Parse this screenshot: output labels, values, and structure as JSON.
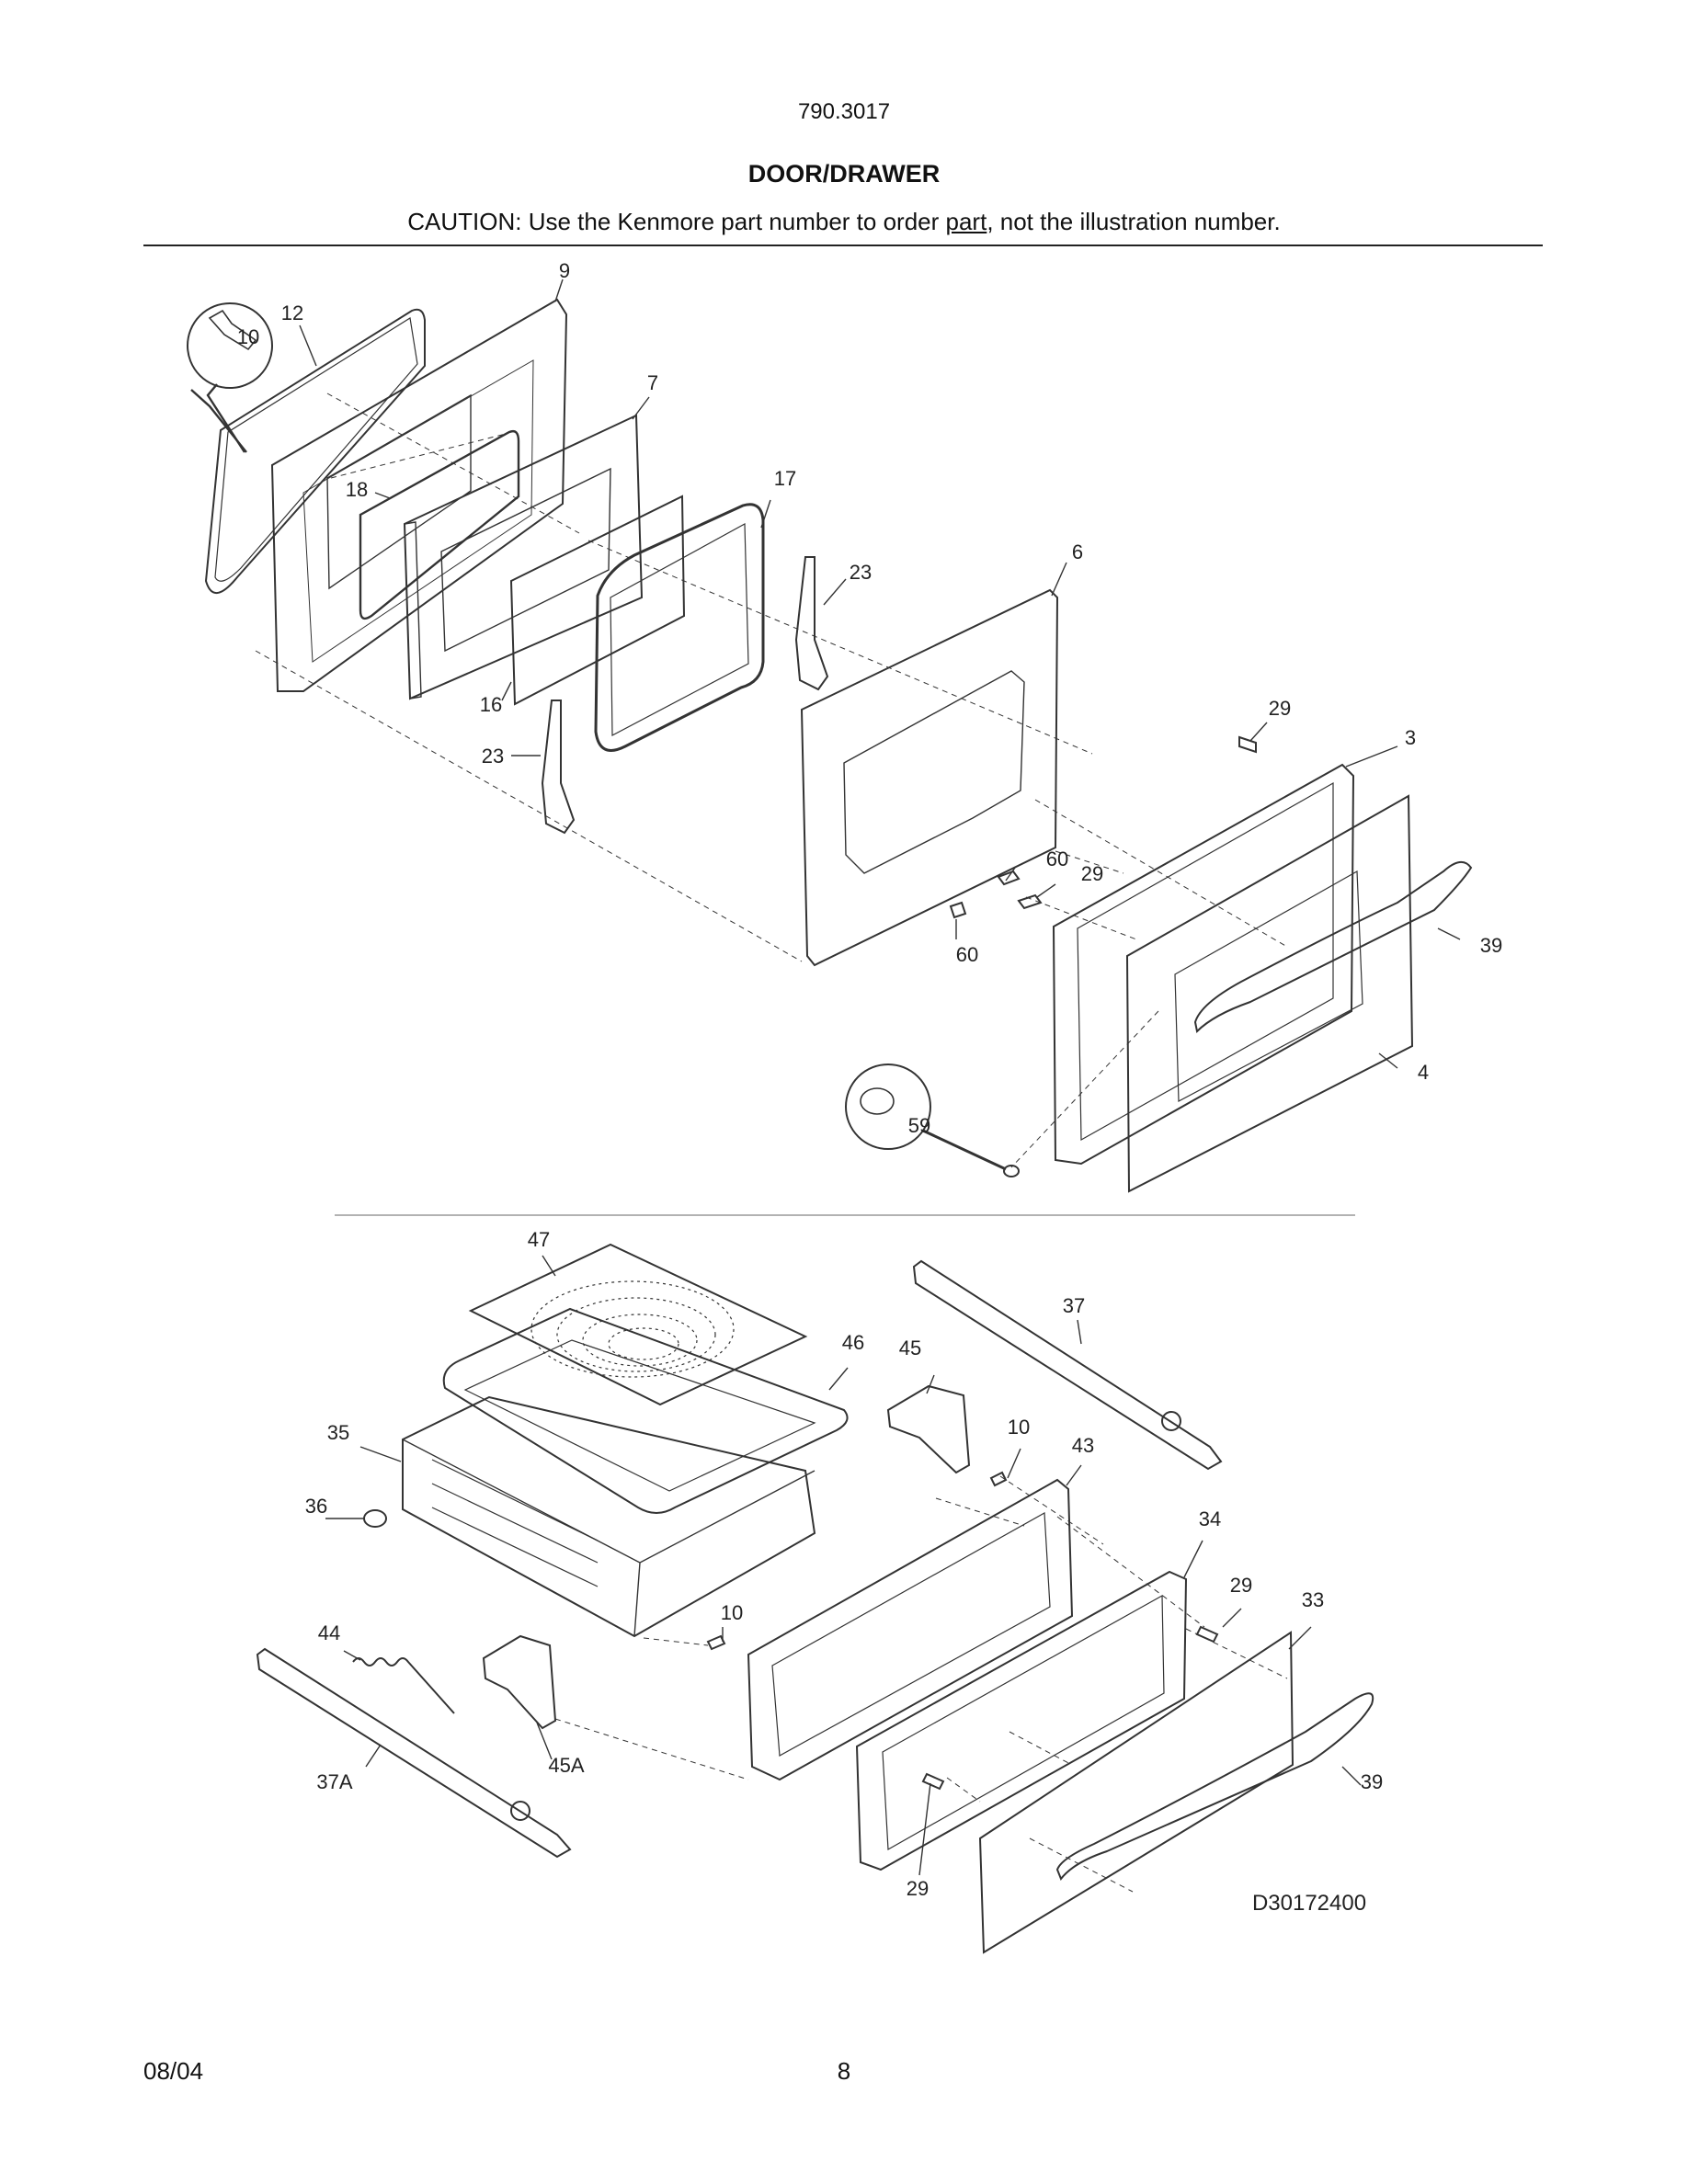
{
  "header": {
    "model": "790.3017",
    "title": "DOOR/DRAWER",
    "caution_prefix": "CAUTION: Use the Kenmore part number to order ",
    "caution_underlined": "part",
    "caution_suffix": ", not the illustration number."
  },
  "door_section": {
    "labels": [
      "9",
      "12",
      "10",
      "7",
      "18",
      "17",
      "23",
      "6",
      "16",
      "23",
      "29",
      "3",
      "60",
      "29",
      "60",
      "39",
      "4",
      "59"
    ]
  },
  "drawer_section": {
    "labels": [
      "47",
      "37",
      "46",
      "45",
      "35",
      "10",
      "43",
      "36",
      "34",
      "29",
      "10",
      "33",
      "44",
      "45A",
      "37A",
      "39",
      "29"
    ]
  },
  "diagram_id": "D30172400",
  "footer": {
    "date": "08/04",
    "page": "8"
  }
}
